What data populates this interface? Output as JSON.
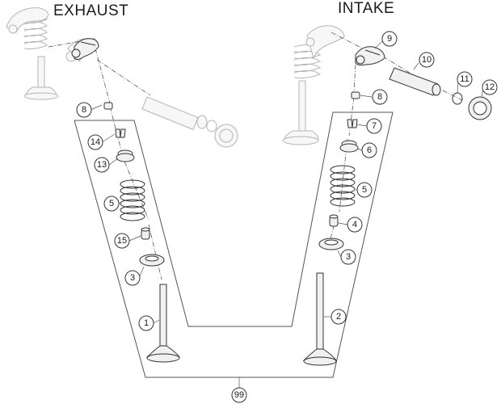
{
  "titles": {
    "exhaust": "EXHAUST",
    "intake": "INTAKE"
  },
  "callouts": {
    "exhaust": {
      "valve": "1",
      "spring_seat": "3",
      "spring": "5",
      "keeper_upper": "8",
      "spring_retainer": "13",
      "valve_keeper": "14",
      "valve_seal": "15"
    },
    "intake": {
      "valve": "2",
      "spring_seat": "3",
      "valve_seal": "4",
      "spring": "5",
      "spring_retainer": "6",
      "valve_keeper": "7",
      "keeper_upper": "8",
      "rocker_arm": "9",
      "rocker_shaft": "10",
      "o_ring": "11",
      "shaft_plug": "12"
    },
    "kit": "99"
  },
  "colors": {
    "line": "#333333",
    "part_fill": "#f1f1f1",
    "part_shade": "#cfcfcf",
    "faded_line": "#b5b5b5",
    "faded_fill": "#f7f7f7"
  }
}
